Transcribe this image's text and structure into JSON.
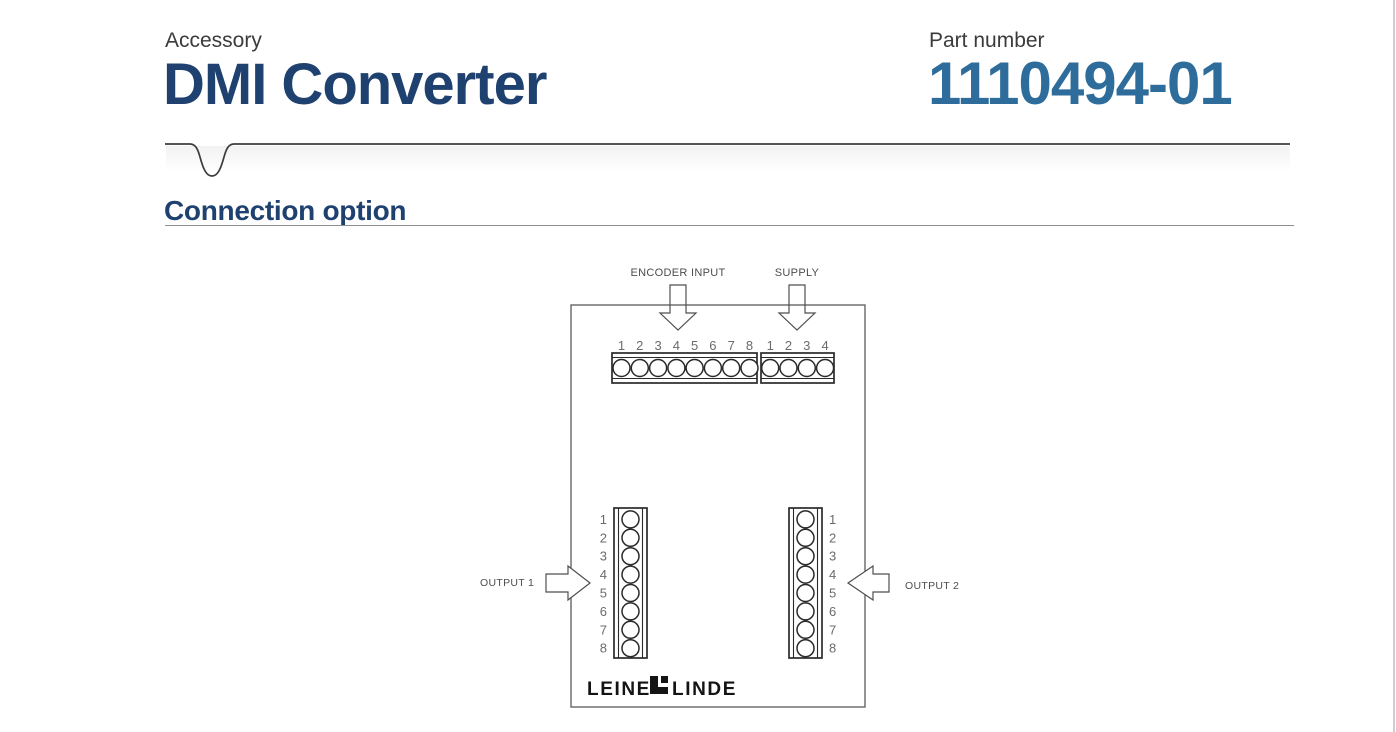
{
  "header": {
    "eyebrow": "Accessory",
    "title": "DMI Converter",
    "part_label": "Part number",
    "part_number": "1110494-01"
  },
  "section": {
    "title": "Connection option"
  },
  "diagram": {
    "encoder_label": "ENCODER INPUT",
    "supply_label": "SUPPLY",
    "output1_label": "OUTPUT 1",
    "output2_label": "OUTPUT 2",
    "encoder_pins": [
      "1",
      "2",
      "3",
      "4",
      "5",
      "6",
      "7",
      "8"
    ],
    "supply_pins": [
      "1",
      "2",
      "3",
      "4"
    ],
    "output1_pins": [
      "1",
      "2",
      "3",
      "4",
      "5",
      "6",
      "7",
      "8"
    ],
    "output2_pins": [
      "1",
      "2",
      "3",
      "4",
      "5",
      "6",
      "7",
      "8"
    ],
    "brand_left": "LEINE",
    "brand_right": "LINDE"
  },
  "colors": {
    "title_navy": "#1e4170",
    "part_blue": "#2e6d9b",
    "text_dark": "#3b3b3b",
    "diagram_line": "#4f4f4f",
    "block_line": "#2a2a2a",
    "pin_number_gray": "#6b6b6b"
  }
}
